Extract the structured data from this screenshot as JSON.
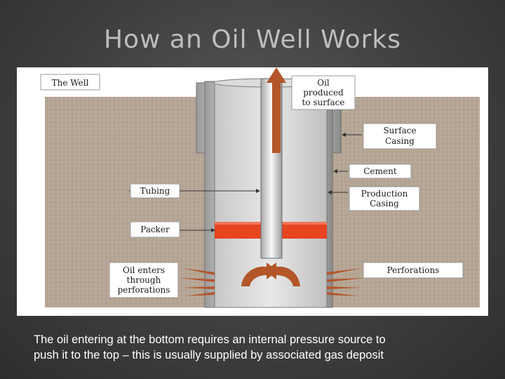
{
  "slide": {
    "title": "How an Oil Well Works",
    "caption_line1": "The oil entering at the bottom requires an internal pressure source to",
    "caption_line2": "push it to the top – this is usually supplied by associated gas deposit"
  },
  "diagram": {
    "labels": {
      "the_well": "The Well",
      "oil_produced": [
        "Oil",
        "produced",
        "to surface"
      ],
      "surface_casing": [
        "Surface",
        "Casing"
      ],
      "cement": "Cement",
      "tubing": "Tubing",
      "production_casing": [
        "Production",
        "Casing"
      ],
      "packer": "Packer",
      "oil_enters": [
        "Oil enters",
        "through",
        "perforations"
      ],
      "perforations": "Perforations"
    },
    "colors": {
      "ground": "#b8a898",
      "oil_arrow": "#b3562a",
      "packer": "#e84420",
      "casing": "#e6e6e6"
    }
  }
}
